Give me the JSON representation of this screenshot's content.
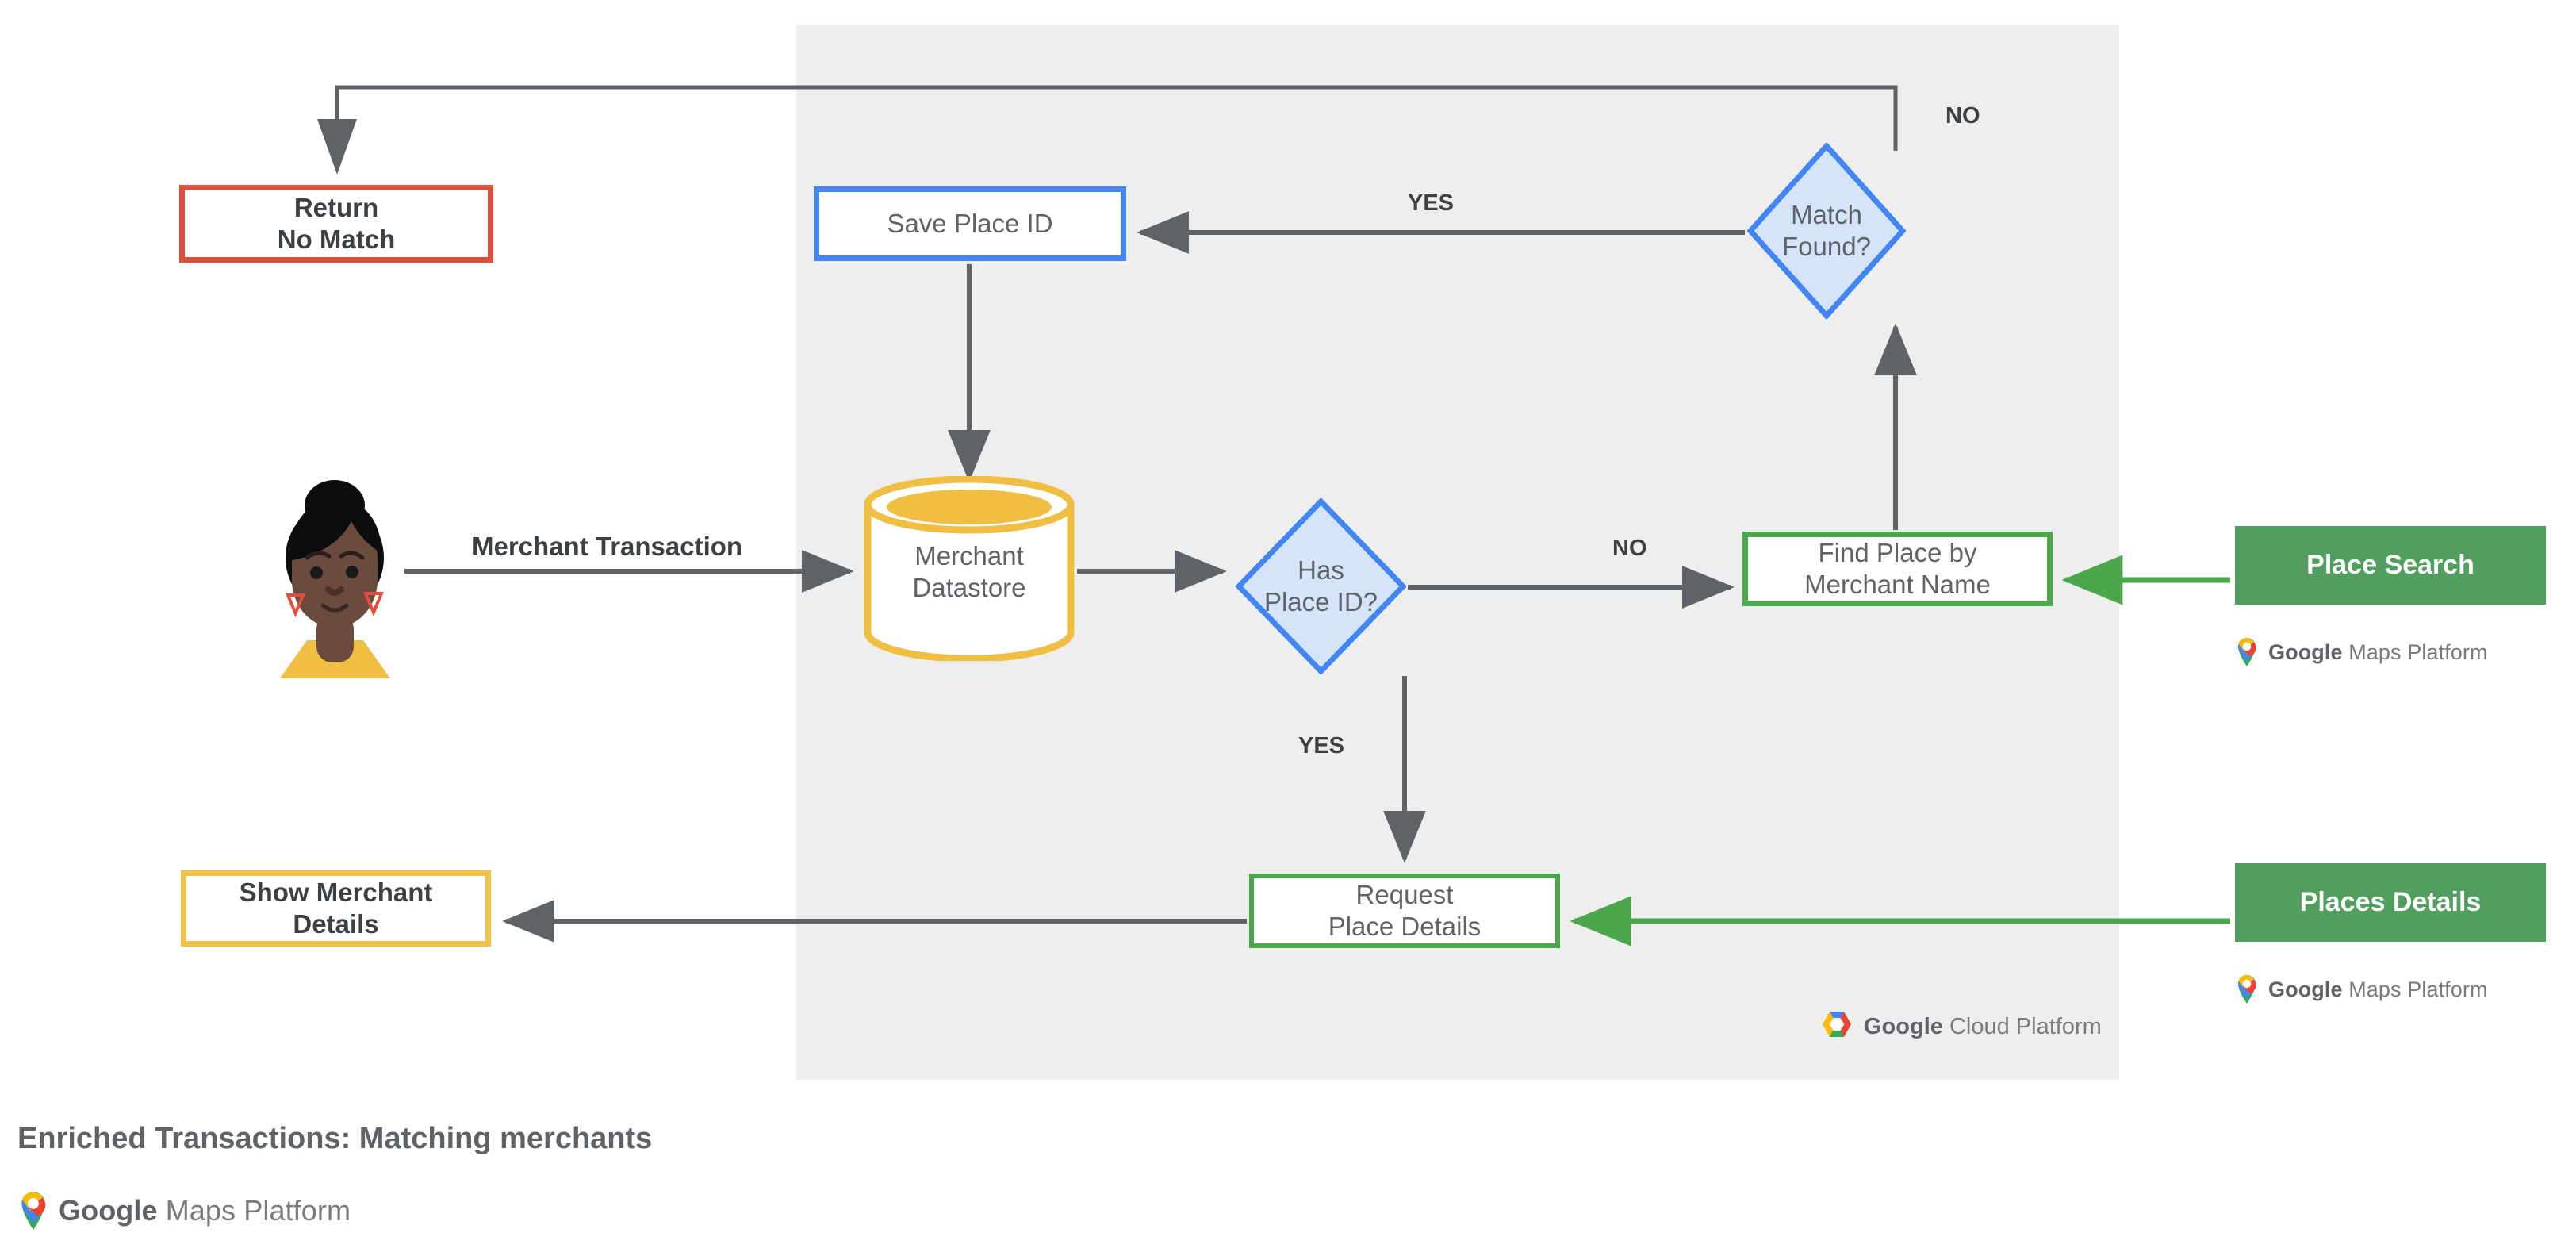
{
  "diagram": {
    "caption": "Enriched Transactions: Matching merchants",
    "panel_label": "Google Cloud Platform",
    "colors": {
      "panel_bg": "#eeeeee",
      "blue": "#4285F4",
      "blue_fill": "#D6E4FA",
      "red": "#DB4F3C",
      "green_outline": "#4CA64C",
      "green_solid": "#519E5E",
      "amber": "#F2C14C",
      "amber_fill": "#EFBE42",
      "edge_gray": "#5f6368",
      "text_gray": "#5f6368",
      "text_dark": "#3c4043"
    },
    "nodes": {
      "return_no_match": {
        "label": "Return\nNo Match",
        "shape": "rectangle",
        "accent": "#DB4F3C"
      },
      "save_place_id": {
        "label": "Save Place ID",
        "shape": "rectangle",
        "accent": "#4285F4"
      },
      "merchant_datastore": {
        "label": "Merchant\nDatastore",
        "shape": "cylinder",
        "accent": "#F2C14C"
      },
      "has_place_id": {
        "label": "Has\nPlace ID?",
        "shape": "diamond",
        "accent": "#4285F4"
      },
      "match_found": {
        "label": "Match\nFound?",
        "shape": "diamond",
        "accent": "#4285F4"
      },
      "find_place_by_merchant_name": {
        "label": "Find Place by\nMerchant Name",
        "shape": "rectangle",
        "accent": "#4CA64C"
      },
      "request_place_details": {
        "label": "Request\nPlace Details",
        "shape": "rectangle",
        "accent": "#4CA64C"
      },
      "show_merchant_details": {
        "label": "Show Merchant\nDetails",
        "shape": "rectangle",
        "accent": "#F2C14C"
      },
      "place_search": {
        "label": "Place Search",
        "shape": "chip",
        "accent": "#519E5E"
      },
      "places_details": {
        "label": "Places Details",
        "shape": "chip",
        "accent": "#519E5E"
      },
      "user": {
        "label": "user-avatar",
        "shape": "illustration"
      }
    },
    "edge_labels": {
      "merchant_transaction": "Merchant Transaction",
      "yes_match_found": "YES",
      "no_match_found": "NO",
      "no_has_place_id": "NO",
      "yes_has_place_id": "YES"
    },
    "lockups": {
      "maps_platform_word1": "Google",
      "maps_platform_word2": "Maps Platform",
      "cloud_platform_word1": "Google",
      "cloud_platform_word2": "Cloud Platform"
    }
  }
}
